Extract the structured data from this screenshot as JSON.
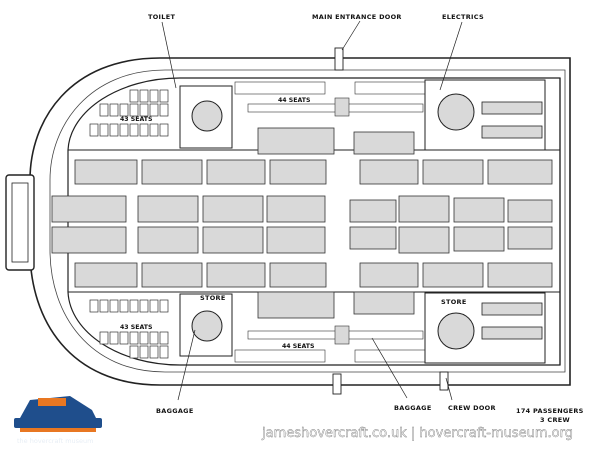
{
  "labels": {
    "toilet": "TOILET",
    "main_entrance_door": "MAIN ENTRANCE DOOR",
    "electrics": "ELECTRICS",
    "seats_43_top": "43 SEATS",
    "seats_44_top": "44 SEATS",
    "seats_43_bottom": "43 SEATS",
    "seats_44_bottom": "44 SEATS",
    "store_left": "STORE",
    "store_right": "STORE",
    "baggage_left": "BAGGAGE",
    "baggage_right": "BAGGAGE",
    "crew_door": "CREW DOOR",
    "passengers_line1": "174 PASSENGERS",
    "passengers_line2": "3 CREW"
  },
  "watermark": {
    "text": "jameshovercraft.co.uk | hovercraft-museum.org",
    "logo_caption": "the hovercraft museum"
  },
  "colors": {
    "line": "#222222",
    "panel_fill": "#d9d9d9",
    "background": "#ffffff",
    "logo_blue": "#1f4e8c",
    "logo_orange": "#e87722"
  }
}
